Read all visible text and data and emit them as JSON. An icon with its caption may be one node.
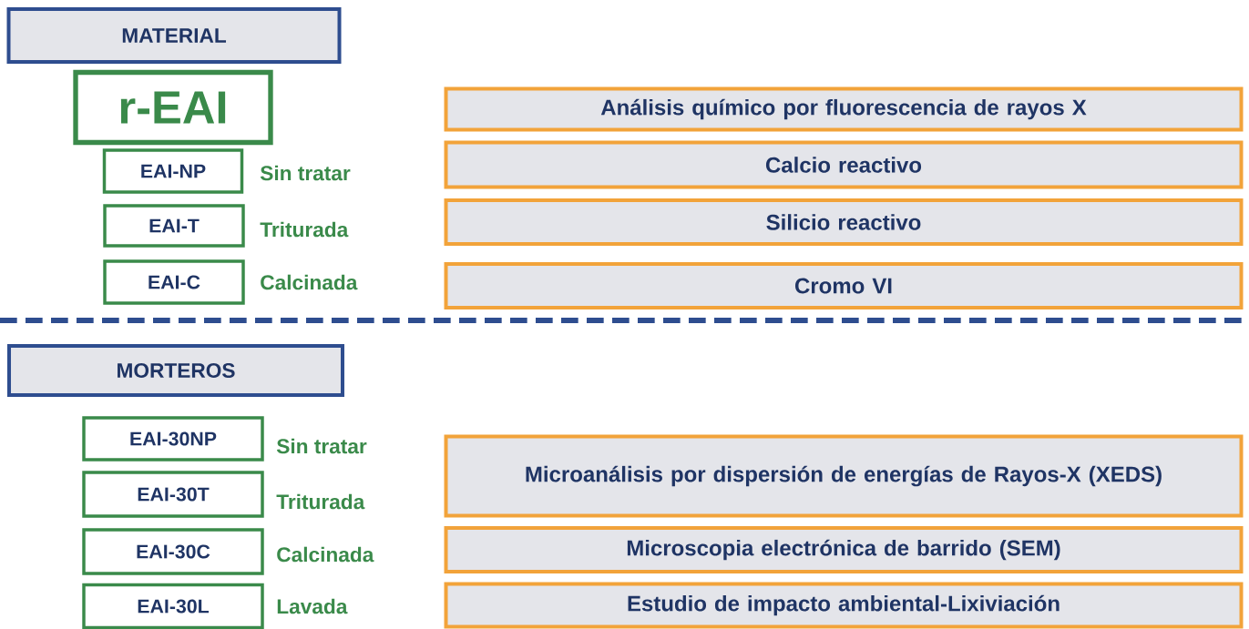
{
  "diagram": {
    "nodes": [
      {
        "text": [
          "MATERIAL"
        ]
      },
      {
        "text": [
          "r-EAI"
        ]
      },
      {
        "text": [
          "EAI-NP"
        ],
        "beside": [
          "Sin tratar"
        ]
      },
      {
        "text": [
          "EAI-T"
        ],
        "beside": [
          "Triturada"
        ]
      },
      {
        "text": [
          "EAI-C"
        ],
        "beside": [
          "Calcinada"
        ]
      },
      {
        "text": [
          "Análisis químico por fluorescencia de rayos X"
        ]
      },
      {
        "text": [
          "Calcio reactivo"
        ]
      },
      {
        "text": [
          "Silicio reactivo"
        ]
      },
      {
        "text": [
          "Cromo VI"
        ]
      },
      {
        "text": [
          "MORTEROS"
        ]
      },
      {
        "text": [
          "EAI-30NP"
        ],
        "beside": [
          "Sin tratar"
        ]
      },
      {
        "text": [
          "EAI-30T"
        ],
        "beside": [
          "Triturada"
        ]
      },
      {
        "text": [
          "EAI-30C"
        ],
        "beside": [
          "Calcinada"
        ]
      },
      {
        "text": [
          "EAI-30L"
        ],
        "beside": [
          "Lavada"
        ]
      },
      {
        "text": [
          "Microanálisis por dispersión de energías de Rayos-X (XEDS)"
        ]
      },
      {
        "text": [
          "Microscopia electrónica de barrido (SEM)"
        ]
      },
      {
        "text": [
          "Estudio de impacto ambiental-Lixiviación"
        ]
      }
    ]
  }
}
